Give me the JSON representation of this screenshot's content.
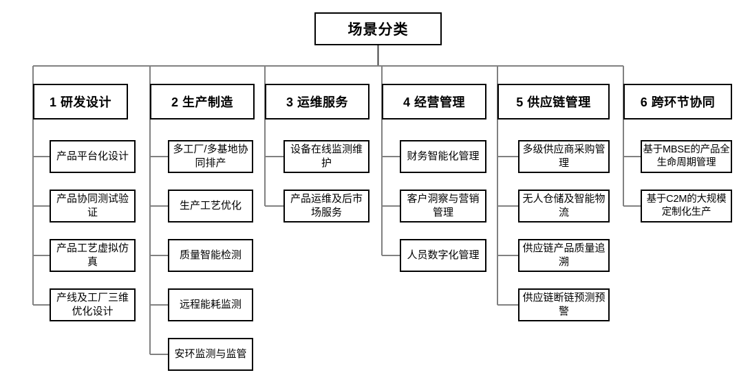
{
  "diagram": {
    "title": "场景分类",
    "root": {
      "label": "场景分类"
    },
    "categories": [
      {
        "id": "cat-1",
        "label": "1 研发设计",
        "children": [
          {
            "label": "产品平台化设计"
          },
          {
            "label": "产品协同测试验证"
          },
          {
            "label": "产品工艺虚拟仿真"
          },
          {
            "label": "产线及工厂三维优化设计"
          }
        ]
      },
      {
        "id": "cat-2",
        "label": "2 生产制造",
        "children": [
          {
            "label": "多工厂/多基地协同排产"
          },
          {
            "label": "生产工艺优化"
          },
          {
            "label": "质量智能检测"
          },
          {
            "label": "远程能耗监测"
          },
          {
            "label": "安环监测与监管"
          }
        ]
      },
      {
        "id": "cat-3",
        "label": "3 运维服务",
        "children": [
          {
            "label": "设备在线监测维护"
          },
          {
            "label": "产品运维及后市场服务"
          }
        ]
      },
      {
        "id": "cat-4",
        "label": "4 经营管理",
        "children": [
          {
            "label": "财务智能化管理"
          },
          {
            "label": "客户洞察与营销管理"
          },
          {
            "label": "人员数字化管理"
          }
        ]
      },
      {
        "id": "cat-5",
        "label": "5 供应链管理",
        "children": [
          {
            "label": "多级供应商采购管理"
          },
          {
            "label": "无人仓储及智能物流"
          },
          {
            "label": "供应链产品质量追溯"
          },
          {
            "label": "供应链断链预测预警"
          }
        ]
      },
      {
        "id": "cat-6",
        "label": "6 跨环节协同",
        "children": [
          {
            "label": "基于MBSE的产品全生命周期管理"
          },
          {
            "label": "基于C2M的大规模定制化生产"
          }
        ]
      }
    ],
    "colors": {
      "box_border": "#000000",
      "connector": "#808080",
      "root_connector": "#404040",
      "background": "#ffffff",
      "text": "#000000"
    }
  }
}
